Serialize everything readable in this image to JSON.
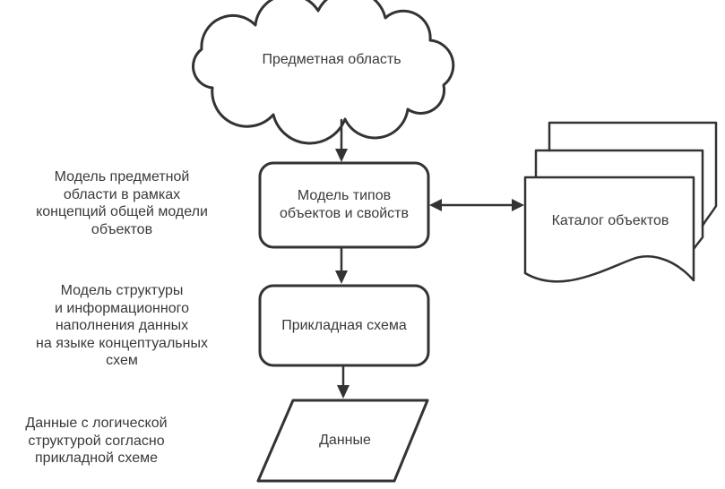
{
  "diagram": {
    "title": "Concept-schema data modelling diagram",
    "colors": {
      "background": "#ffffff",
      "line": "#333333",
      "text": "#3a3a3a"
    },
    "cloud": {
      "label": "Предметная область"
    },
    "nodes": {
      "model_types": {
        "lines": [
          "Модель типов",
          "объектов и свойств"
        ]
      },
      "applied_schema": {
        "label": "Прикладная схема"
      },
      "data": {
        "label": "Данные"
      },
      "catalog": {
        "label": "Каталог объектов"
      }
    },
    "side_labels": {
      "model_domain": {
        "lines": [
          "Модель предметной",
          "области в рамках",
          "концепций общей модели",
          "объектов"
        ]
      },
      "structure_model": {
        "lines": [
          "Модель структуры",
          "и информационного",
          "наполнения данных",
          "на языке концептуальных",
          "схем"
        ]
      },
      "logical_data": {
        "lines": [
          "Данные с логической",
          "структурой согласно",
          "прикладной схеме"
        ]
      }
    }
  }
}
